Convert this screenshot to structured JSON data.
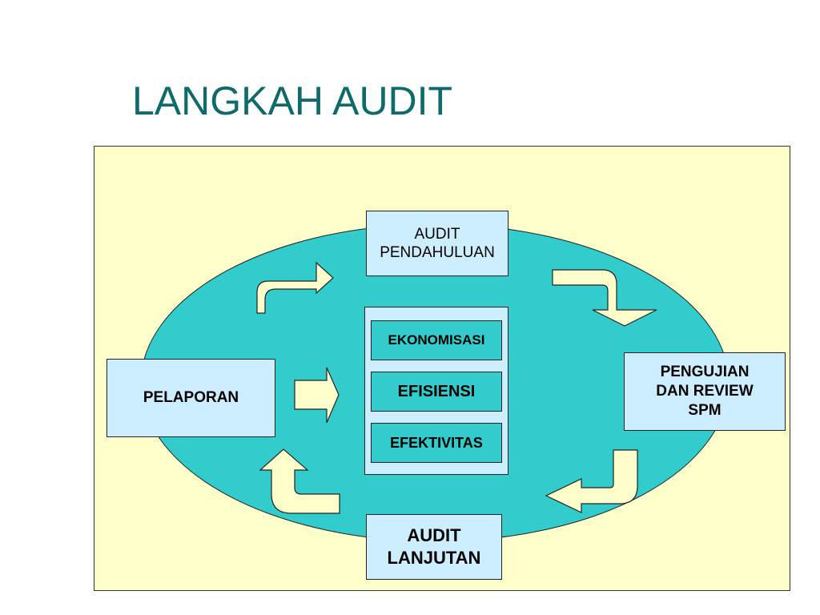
{
  "slide": {
    "title": "LANGKAH AUDIT"
  },
  "colors": {
    "title": "#0f6b6b",
    "panel_background": "#ffffcc",
    "ellipse_fill": "#33cccc",
    "box_fill": "#cceeff",
    "center_item_fill": "#33cccc",
    "arrow_fill": "#ffffcc",
    "outline": "#222222"
  },
  "diagram": {
    "nodes": {
      "pendahuluan": "AUDIT\nPENDAHULUAN",
      "pengujian": "PENGUJIAN\nDAN REVIEW\nSPM",
      "lanjutan": "AUDIT\nLANJUTAN",
      "pelaporan": "PELAPORAN"
    },
    "center_items": [
      "EKONOMISASI",
      "EFISIENSI",
      "EFEKTIVITAS"
    ]
  }
}
